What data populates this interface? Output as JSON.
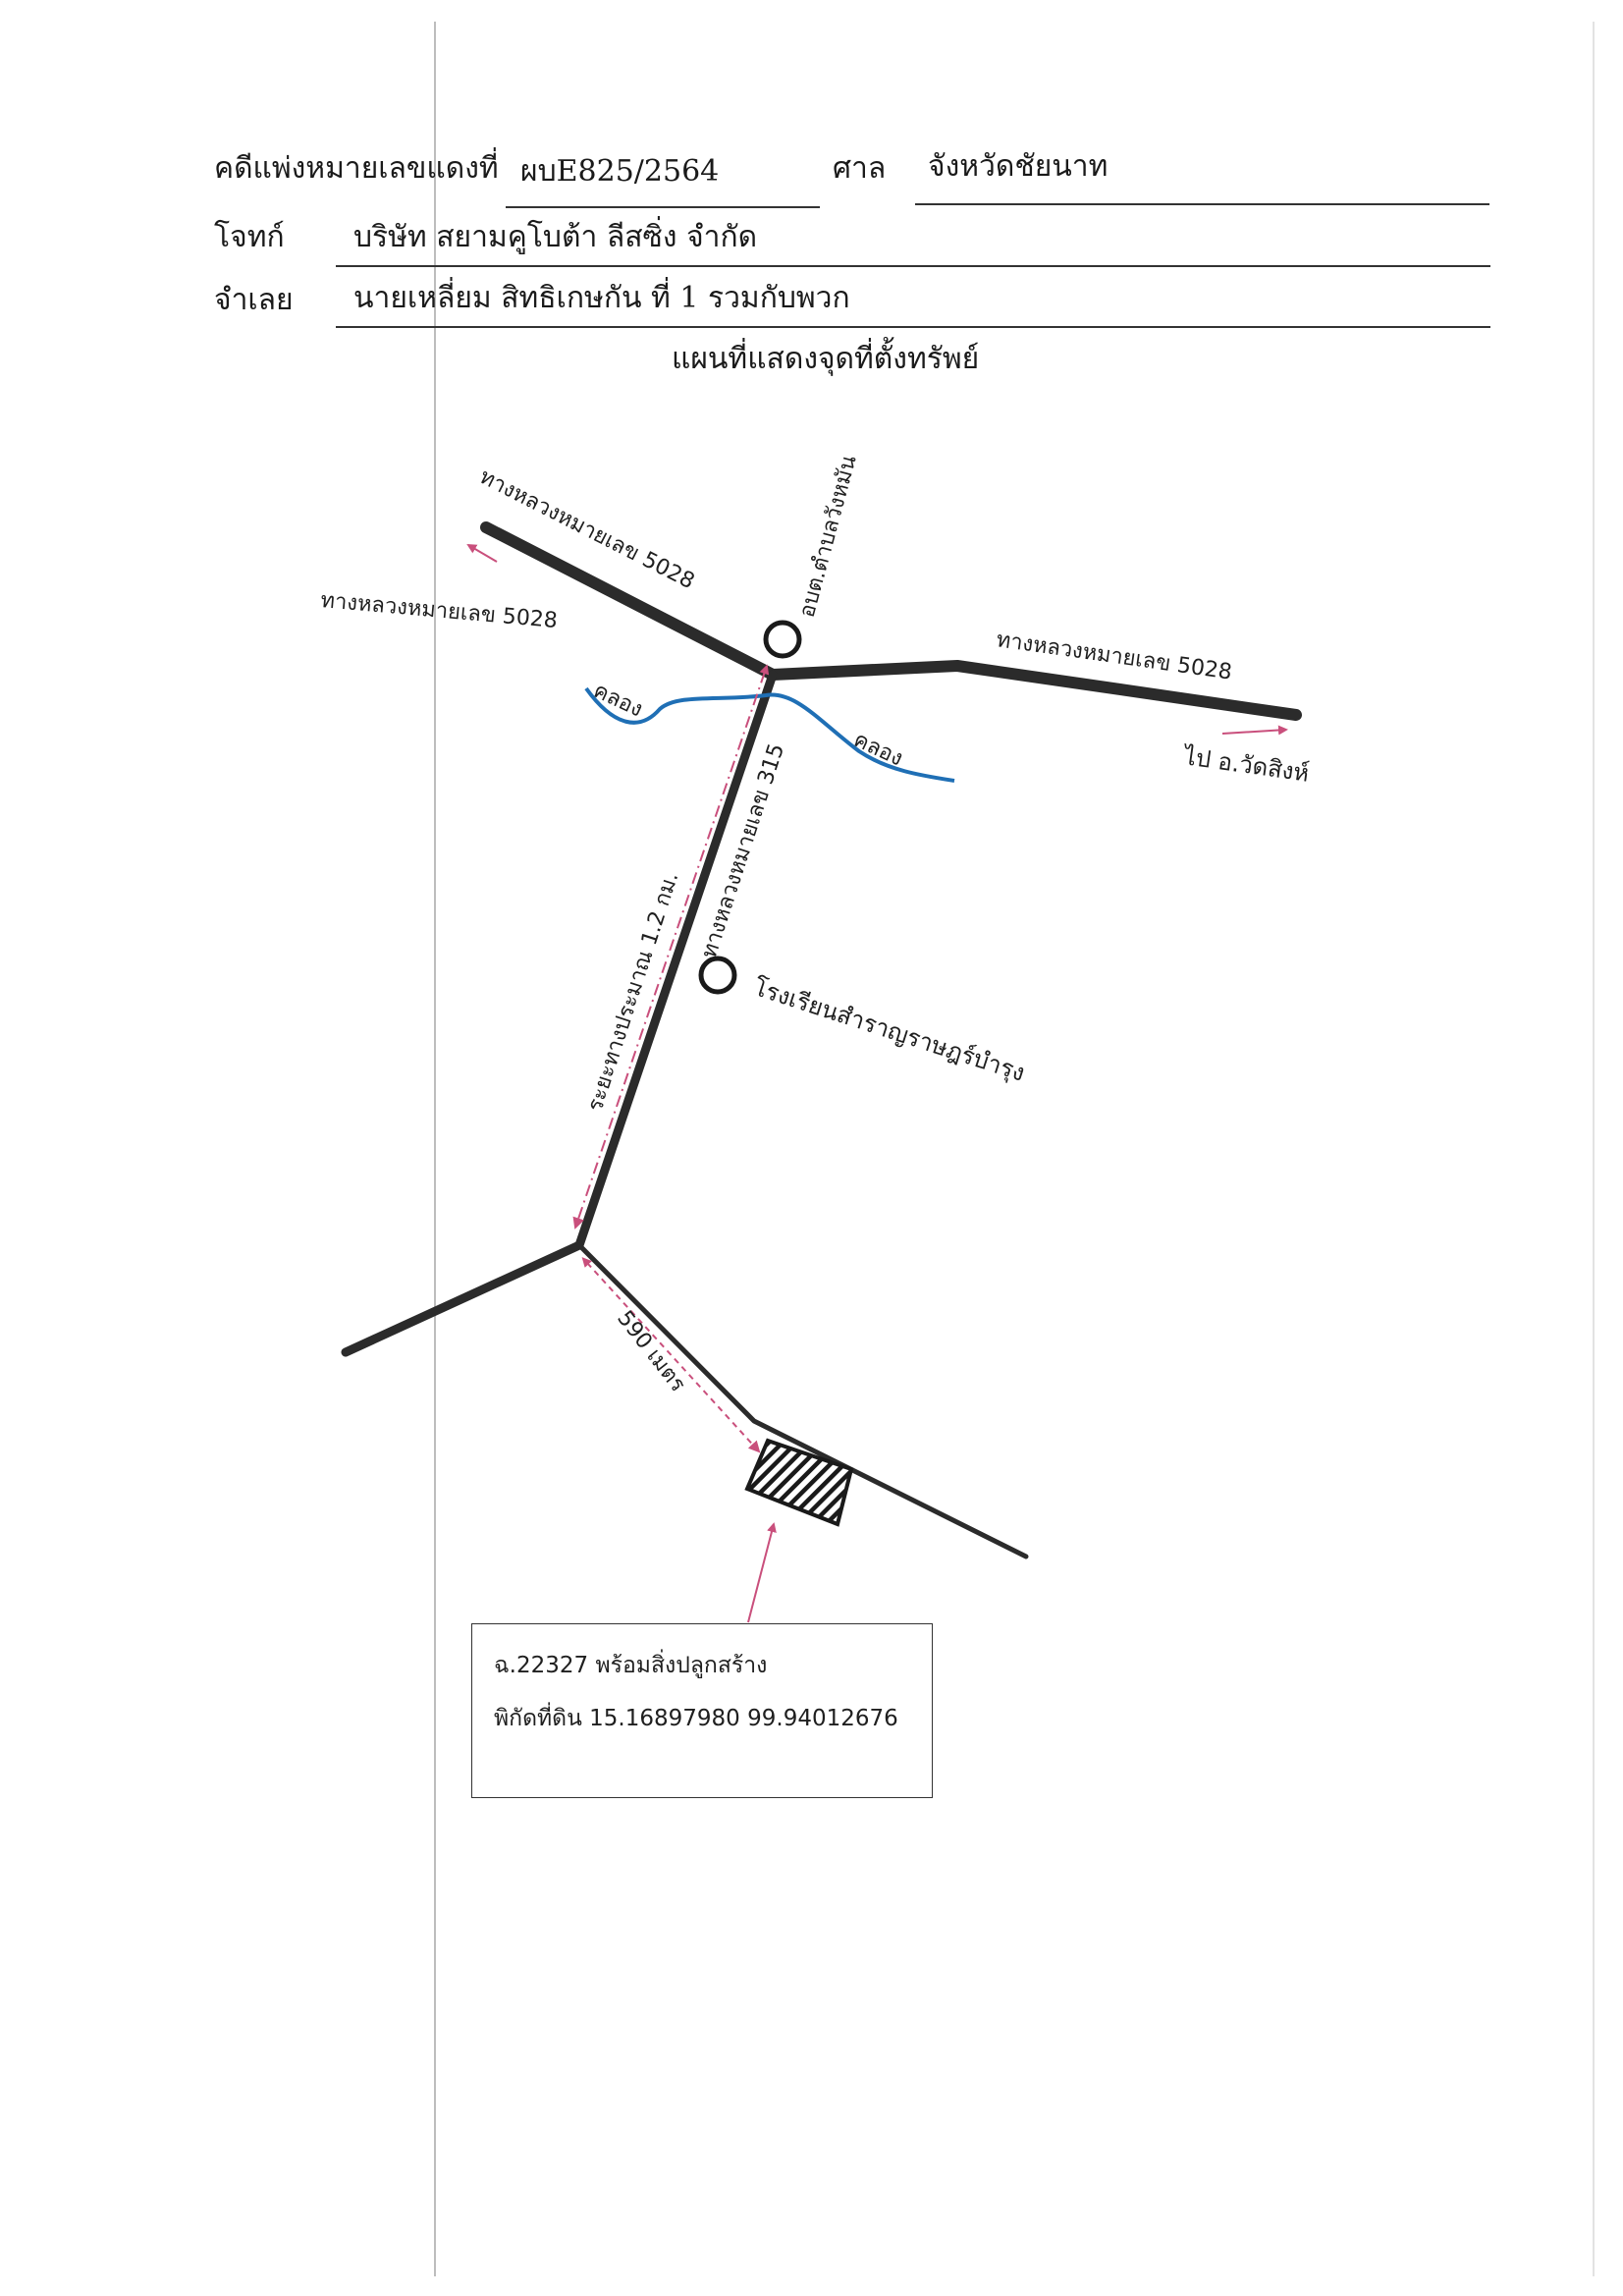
{
  "header": {
    "case_label": "คดีแพ่งหมายเลขแดงที่",
    "case_number": "ผบE825/2564",
    "court_label": "ศาล",
    "court_value": "จังหวัดชัยนาท",
    "plaintiff_label": "โจทก์",
    "plaintiff_value": "บริษัท สยามคูโบต้า ลีสซิ่ง จำกัด",
    "defendant_label": "จำเลย",
    "defendant_value": "นายเหลี่ยม สิทธิเกษกัน ที่ 1 รวมกับพวก"
  },
  "map": {
    "title": "แผนที่แสดงจุดที่ตั้งทรัพย์",
    "labels": {
      "road_nw": "ทางหลวงหมายเลข 5028",
      "road_w": "ทางหลวงหมายเลข 5028",
      "road_e": "ทางหลวงหมายเลข 5028",
      "to_district": "ไป อ.วัดสิงห์",
      "sao": "อบต.ตำบลวังหมัน",
      "canal_left": "คลอง",
      "canal_right": "คลอง",
      "road_315": "ทางหลวงหมายเลข 315",
      "distance_main": "ระยะทางประมาณ 1.2 กม.",
      "school": "โรงเรียนสำราญราษฎร์บำรุง",
      "distance_branch": "590 เมตร"
    },
    "colors": {
      "road": "#2b2b2b",
      "canal": "#1f6fb5",
      "arrow": "#c94f7c"
    }
  },
  "property": {
    "deed": "ฉ.22327 พร้อมสิ่งปลูกสร้าง",
    "coords": "พิกัดที่ดิน 15.16897980 99.94012676"
  }
}
